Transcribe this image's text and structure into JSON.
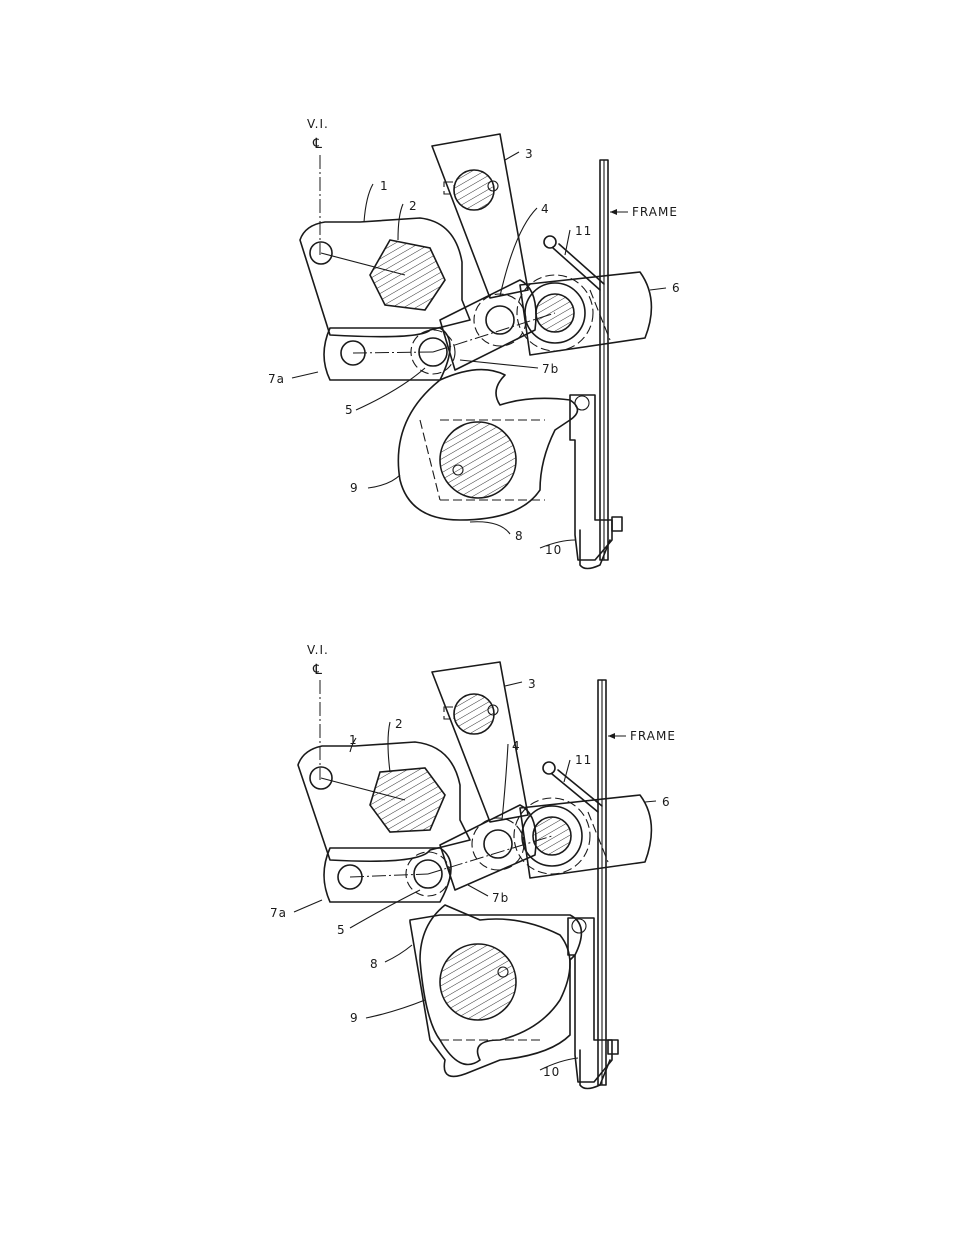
{
  "figures": [
    {
      "id": "upper",
      "labels": {
        "vi": "V.I.",
        "cl": "℄",
        "l1": "1",
        "l2": "2",
        "l3": "3",
        "l4": "4",
        "l5": "5",
        "l6": "6",
        "l7a": "7a",
        "l7b": "7b",
        "l8": "8",
        "l9": "9",
        "l10": "10",
        "l11": "11",
        "frame": "FRAME"
      }
    },
    {
      "id": "lower",
      "labels": {
        "vi": "V.I.",
        "cl": "℄",
        "l1": "1",
        "l2": "2",
        "l3": "3",
        "l4": "4",
        "l5": "5",
        "l6": "6",
        "l7a": "7a",
        "l7b": "7b",
        "l8": "8",
        "l9": "9",
        "l10": "10",
        "l11": "11",
        "frame": "FRAME"
      }
    }
  ]
}
